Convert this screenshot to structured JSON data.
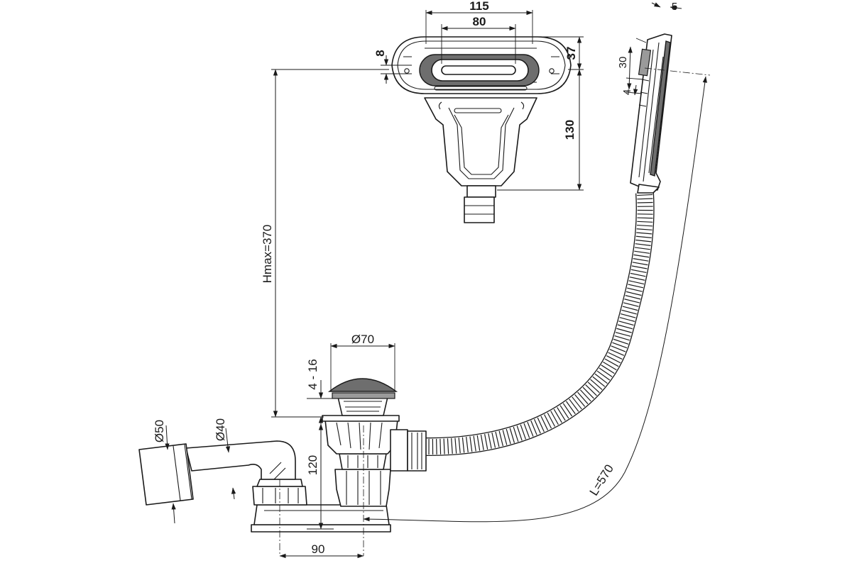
{
  "diagram": {
    "dimensions": {
      "top_outer_width": "115",
      "top_inner_width": "80",
      "slot_height": "8",
      "top_head_height": "37",
      "top_body_height": "130",
      "side_depth": "5",
      "side_plate_height": "30",
      "side_offset": "4",
      "max_height": "Hmax=370",
      "waste_diameter": "Ø70",
      "clamp_range": "4 - 16",
      "outlet_diameter": "Ø50",
      "inner_pipe_diameter": "Ø40",
      "trap_height": "120",
      "trap_offset": "90",
      "hose_length": "L=570"
    },
    "colors": {
      "line": "#1a1a1a",
      "dark_fill": "#6e6e6e",
      "mid_fill": "#9a9a9a",
      "background": "#ffffff"
    }
  }
}
